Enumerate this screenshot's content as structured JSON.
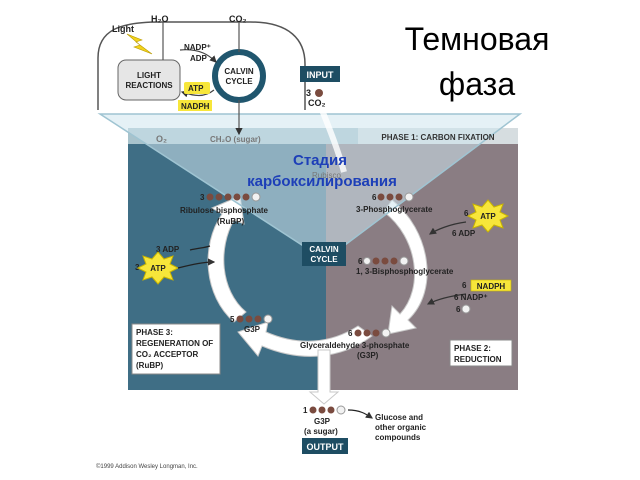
{
  "slide": {
    "title_line1": "Темновая",
    "title_line2": "фаза",
    "overlay_label_line1": "Стадия",
    "overlay_label_line2": "карбоксилирования",
    "copyright": "©1999 Addison Wesley Longman, Inc."
  },
  "overview": {
    "light": "Light",
    "h2o": "H₂O",
    "co2": "CO₂",
    "o2": "O₂",
    "light_reactions_line1": "LIGHT",
    "light_reactions_line2": "REACTIONS",
    "calvin_line1": "CALVIN",
    "calvin_line2": "CYCLE",
    "nadp_plus": "NADP⁺",
    "adp": "ADP",
    "atp": "ATP",
    "nadph": "NADPH",
    "sugar": "CH₂O (sugar)"
  },
  "cycle": {
    "input_label": "INPUT",
    "input_qty": "3",
    "input_co2": "CO₂",
    "rubisco": "Rubisco",
    "phase1": "PHASE 1: CARBON FIXATION",
    "phase2_line1": "PHASE 2:",
    "phase2_line2": "REDUCTION",
    "phase3_line1": "PHASE 3:",
    "phase3_line2": "REGENERATION OF",
    "phase3_line3": "CO₂ ACCEPTOR",
    "phase3_line4": "(RuBP)",
    "center_line1": "CALVIN",
    "center_line2": "CYCLE",
    "rubp_qty": "3",
    "rubp_line1": "Ribulose bisphosphate",
    "rubp_line2": "(RuBP)",
    "pga_qty": "6",
    "pga_label": "3-Phosphoglycerate",
    "atp6_qty": "6",
    "atp_label": "ATP",
    "adp6": "6 ADP",
    "bpg_qty": "6",
    "bpg_label": "1, 3-Bisphosphoglycerate",
    "nadph_qty": "6",
    "nadph_label": "NADPH",
    "nadp6": "6 NADP⁺",
    "pi6": "6",
    "g3p6_qty": "6",
    "g3p6_line1": "Glyceraldehyde 3-phosphate",
    "g3p6_line2": "(G3P)",
    "g3p5_qty": "5",
    "g3p5_label": "G3P",
    "adp3": "3 ADP",
    "atp3_qty": "3",
    "output_qty": "1",
    "output_line1": "G3P",
    "output_line2": "(a sugar)",
    "output_label": "OUTPUT",
    "glucose_line1": "Glucose and",
    "glucose_line2": "other organic",
    "glucose_line3": "compounds"
  }
}
